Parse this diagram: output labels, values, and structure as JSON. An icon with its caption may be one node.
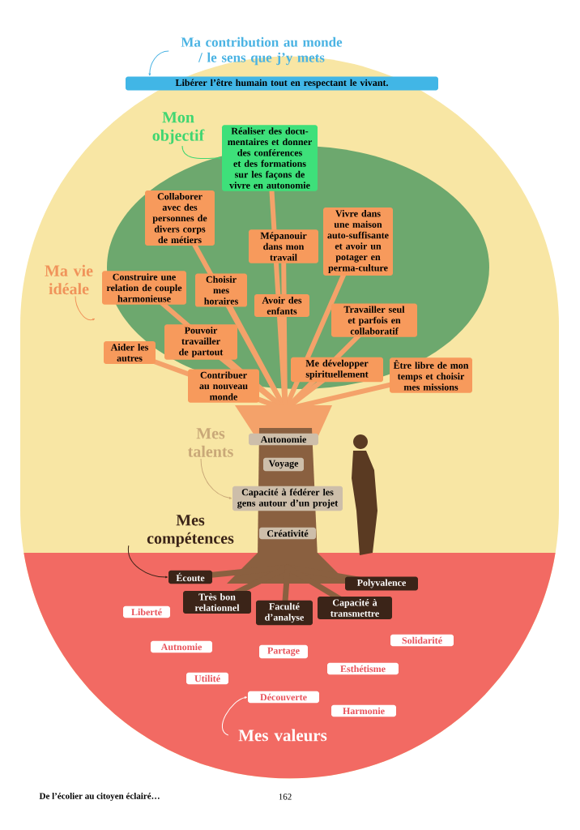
{
  "diagram": {
    "nodes": [
      {
        "text": [
          "Ma contribution au monde / le sens que j’y mets"
        ]
      },
      {
        "text": [
          "Libérer l’être humain tout en respectant le vivant."
        ]
      },
      {
        "text": [
          "Mon objectif"
        ]
      },
      {
        "text": [
          "Réaliser des docu-mentaires et donner des conférences et des formations sur les façons de vivre en autonomie"
        ]
      },
      {
        "text": [
          "Collaborer avec des personnes de divers corps de métiers"
        ]
      },
      {
        "text": [
          "Vivre dans une maison auto-suffisante et avoir un potager en perma-culture"
        ]
      },
      {
        "text": [
          "Mépanouir dans mon travail"
        ]
      },
      {
        "text": [
          "Ma vie idéale"
        ]
      },
      {
        "text": [
          "Construire une relation de couple harmonieuse"
        ]
      },
      {
        "text": [
          "Choisir mes horaires"
        ]
      },
      {
        "text": [
          "Avoir des enfants"
        ]
      },
      {
        "text": [
          "Travailler seul et parfois en collaboratif"
        ]
      },
      {
        "text": [
          "Aider les autres"
        ]
      },
      {
        "text": [
          "Pouvoir travailler de partout"
        ]
      },
      {
        "text": [
          "Me développer spirituellement"
        ]
      },
      {
        "text": [
          "Être libre de mon temps et choisir mes missions"
        ]
      },
      {
        "text": [
          "Contribuer au nouveau monde"
        ]
      },
      {
        "text": [
          "Mes talents"
        ]
      },
      {
        "text": [
          "Autonomie"
        ]
      },
      {
        "text": [
          "Voyage"
        ]
      },
      {
        "text": [
          "Capacité à fédérer les gens autour d’un projet"
        ]
      },
      {
        "text": [
          "Créativité"
        ]
      },
      {
        "text": [
          "Mes compétences"
        ]
      },
      {
        "text": [
          "Écoute"
        ]
      },
      {
        "text": [
          "Polyvalence"
        ]
      },
      {
        "text": [
          "Très bon relationnel"
        ]
      },
      {
        "text": [
          "Faculté d’analyse"
        ]
      },
      {
        "text": [
          "Capacité à transmettre"
        ]
      },
      {
        "text": [
          "Liberté"
        ]
      },
      {
        "text": [
          "Solidarité"
        ]
      },
      {
        "text": [
          "Autnomie"
        ]
      },
      {
        "text": [
          "Partage"
        ]
      },
      {
        "text": [
          "Esthétisme"
        ]
      },
      {
        "text": [
          "Utilité"
        ]
      },
      {
        "text": [
          "Découverte"
        ]
      },
      {
        "text": [
          "Harmonie"
        ]
      },
      {
        "text": [
          "Mes valeurs"
        ]
      }
    ],
    "edges": [
      {
        "from": 0,
        "to": 1,
        "arrow": "to",
        "color": "#4ab3e3"
      },
      {
        "from": 2,
        "to": 3,
        "arrow": "to",
        "color": "#3fd671"
      },
      {
        "from": 7,
        "to": null,
        "arrow": "to",
        "color": "#f0935a"
      },
      {
        "from": 17,
        "to": 20,
        "arrow": "to",
        "color": "#c9a878"
      },
      {
        "from": 22,
        "to": 23,
        "arrow": "to",
        "color": "#3b2418"
      },
      {
        "from": 36,
        "to": 34,
        "arrow": "to",
        "color": "#ffffff"
      }
    ],
    "labels": [
      "De l’écolier au citoyen éclairé…",
      "162"
    ]
  }
}
